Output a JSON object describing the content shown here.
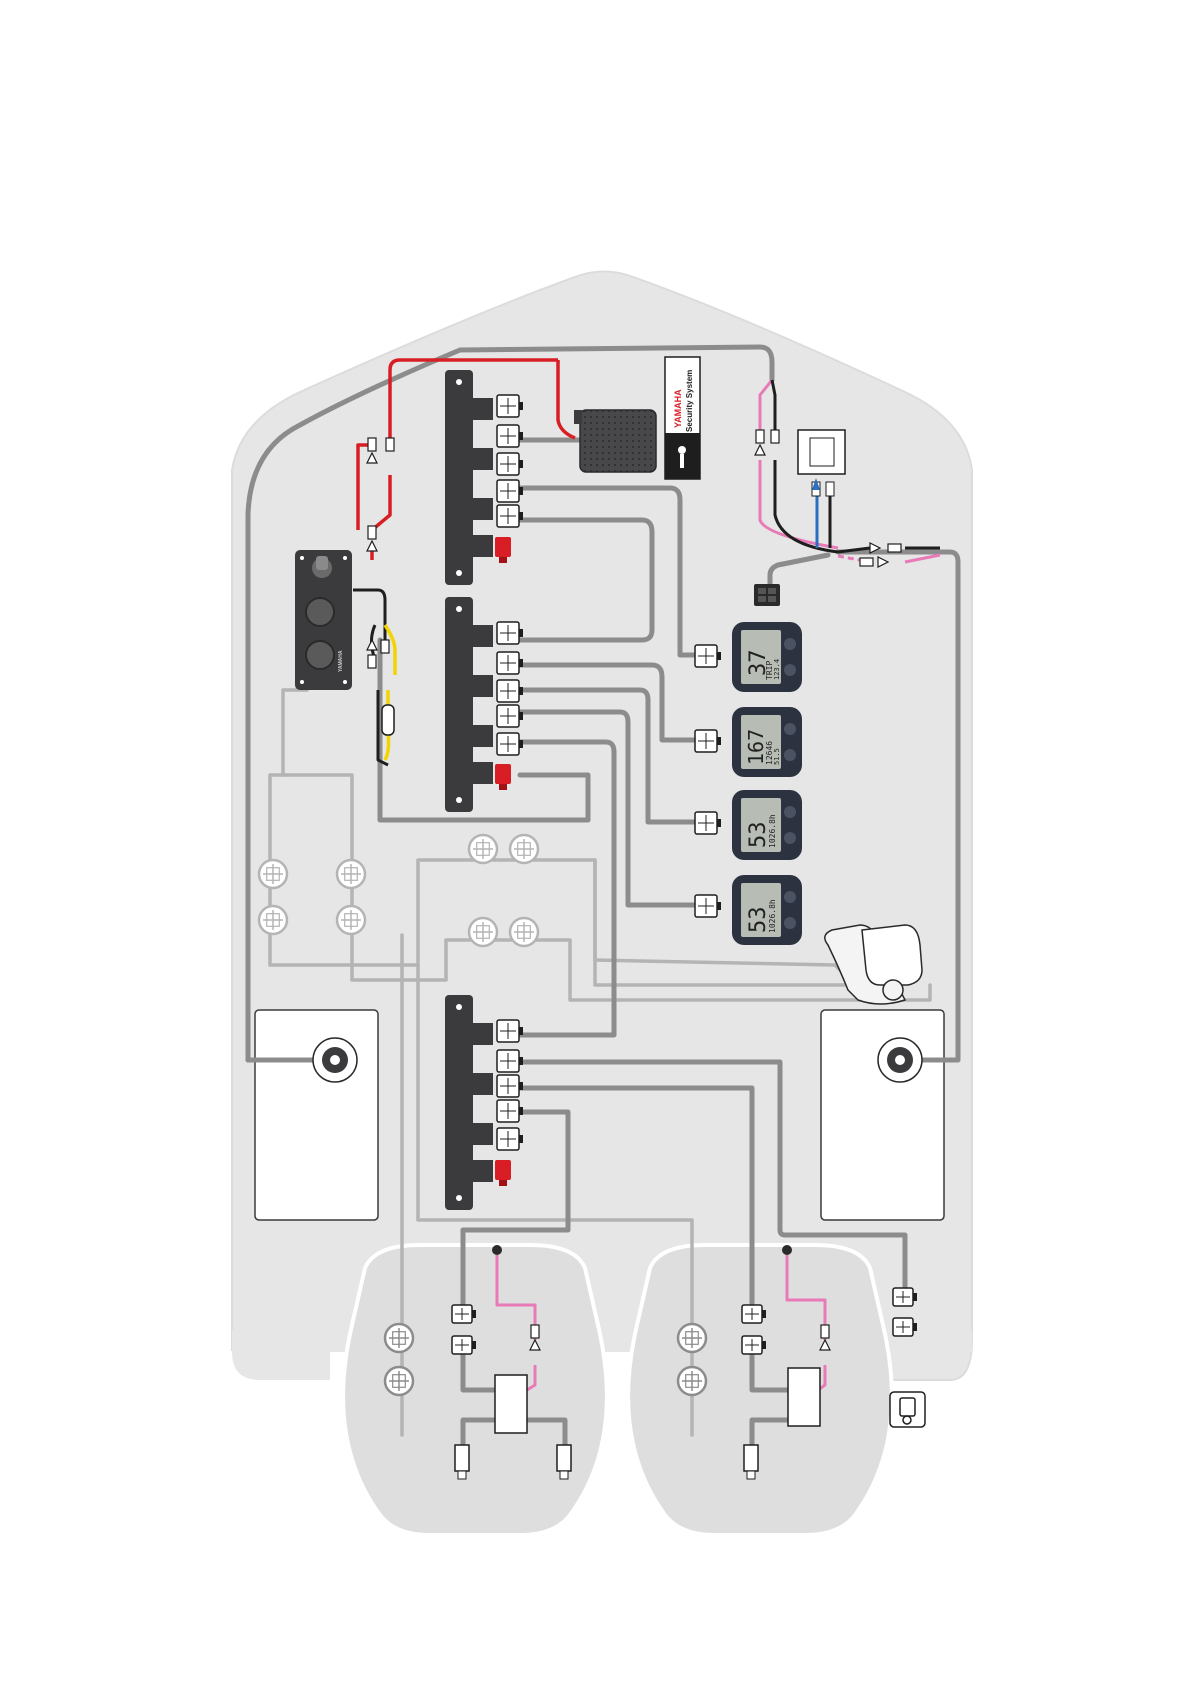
{
  "diagram": {
    "security_label": {
      "brand": "YAMAHA",
      "line1": "Security System"
    },
    "gauges": [
      {
        "big": "37",
        "line1": "TRIP",
        "line2": "123.4",
        "name": "gauge-top"
      },
      {
        "big": "167",
        "line1": "12646",
        "line2": "51.5",
        "name": "gauge-2"
      },
      {
        "big": "53",
        "line1": "1026.8h",
        "line2": "",
        "name": "gauge-3"
      },
      {
        "big": "53",
        "line1": "1026.8h",
        "line2": "",
        "name": "gauge-4"
      }
    ],
    "switch_panel_brand": "YAMAHA",
    "colors": {
      "hull": "#e6e6e6",
      "hull_outline": "#d3d3d3",
      "grey_cable": "#8c8c8c",
      "light_cable": "#b4b4b4",
      "red_wire": "#d81e24",
      "yellow_wire": "#f4d400",
      "pink_wire": "#e87ab8",
      "blue_wire": "#2a6fc0",
      "hub": "#3b3b3d",
      "gauge_bezel": "#2c3240",
      "gauge_lcd": "#b7bcb4"
    }
  }
}
